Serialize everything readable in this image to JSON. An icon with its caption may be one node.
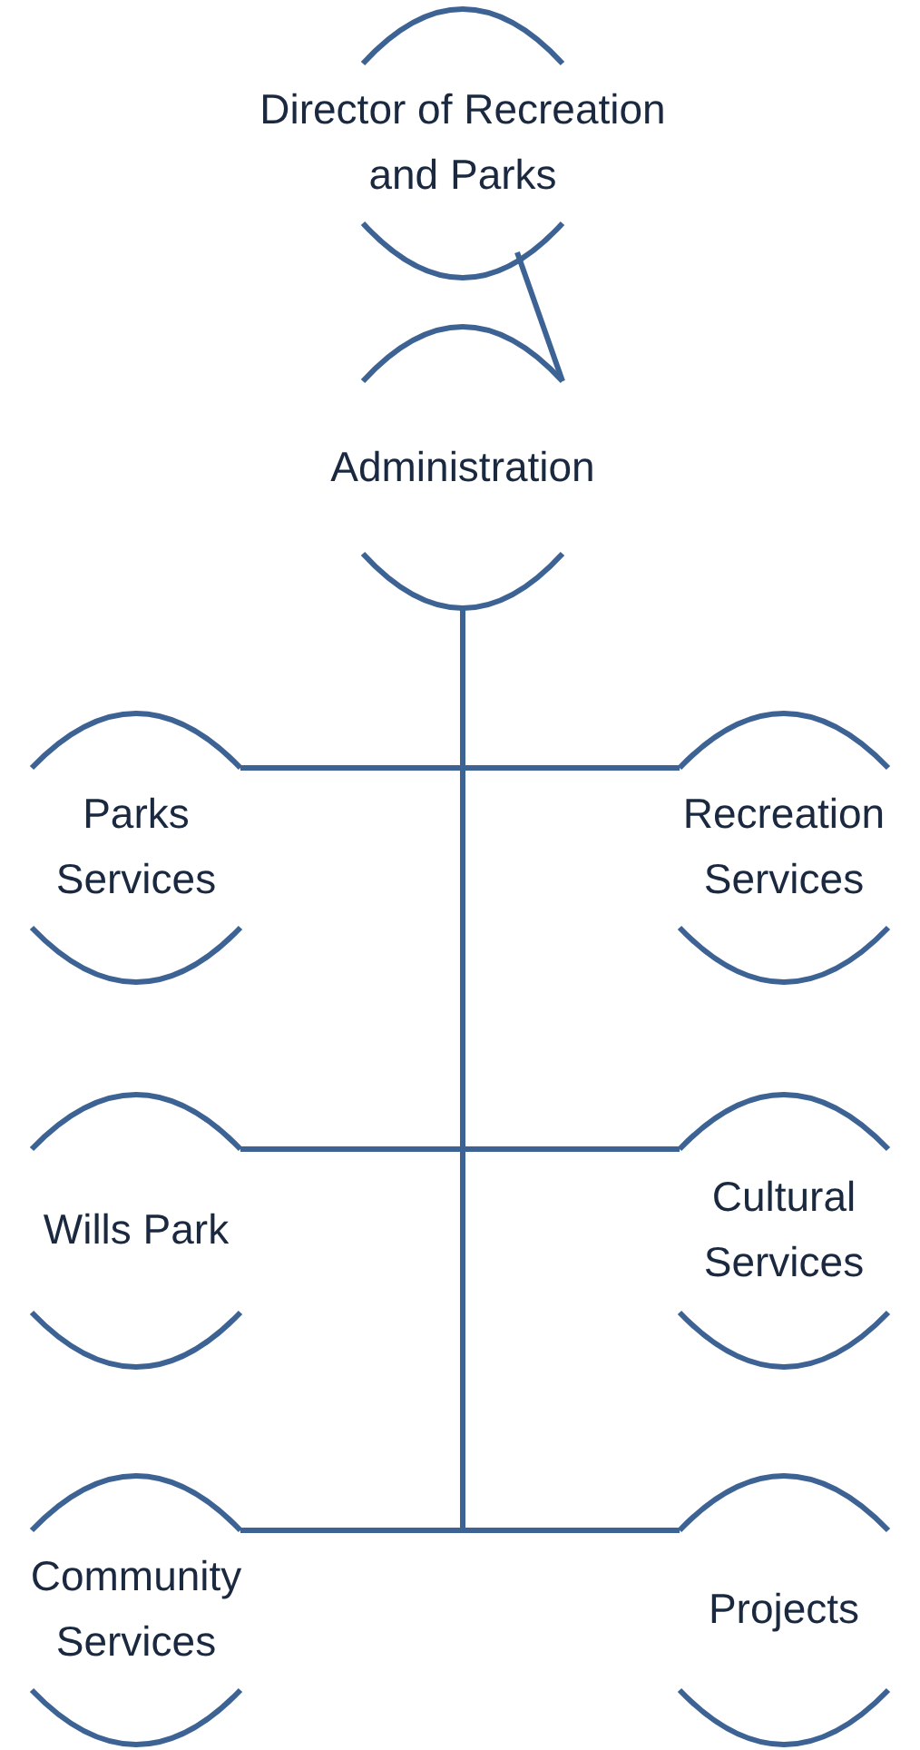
{
  "diagram": {
    "nodes": [
      {
        "text": [
          "Director of Recreation and Parks"
        ]
      },
      {
        "text": [
          "Administration"
        ]
      },
      {
        "text": [
          "Parks Services"
        ]
      },
      {
        "text": [
          "Recreation Services"
        ]
      },
      {
        "text": [
          "Wills Park"
        ]
      },
      {
        "text": [
          "Cultural Services"
        ]
      },
      {
        "text": [
          "Community Services"
        ]
      },
      {
        "text": [
          "Projects"
        ]
      }
    ],
    "edges": [
      {
        "from": 0,
        "to": 1,
        "arrow": "none"
      },
      {
        "from": 1,
        "to": 2,
        "arrow": "none"
      },
      {
        "from": 1,
        "to": 3,
        "arrow": "none"
      },
      {
        "from": 1,
        "to": 4,
        "arrow": "none"
      },
      {
        "from": 1,
        "to": 5,
        "arrow": "none"
      },
      {
        "from": 1,
        "to": 6,
        "arrow": "none"
      },
      {
        "from": 1,
        "to": 7,
        "arrow": "none"
      }
    ]
  }
}
